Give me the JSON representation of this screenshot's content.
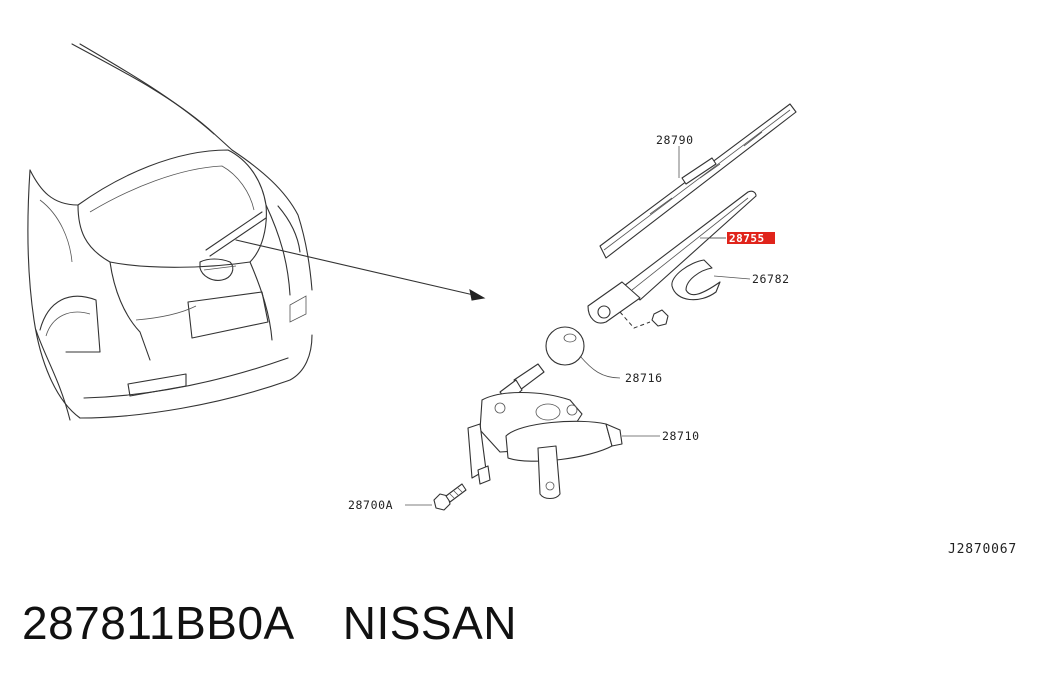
{
  "figure": {
    "reference_code": "J2870067",
    "callouts": [
      {
        "id": "blade",
        "label": "28790"
      },
      {
        "id": "arm",
        "label": "28755",
        "highlighted": true
      },
      {
        "id": "cap",
        "label": "26782"
      },
      {
        "id": "seal",
        "label": "28716"
      },
      {
        "id": "motor",
        "label": "28710"
      },
      {
        "id": "bolt",
        "label": "28700A"
      }
    ]
  },
  "caption": {
    "part_number": "287811BB0A",
    "brand": "NISSAN"
  },
  "colors": {
    "line": "#333333",
    "highlight": "#e0241b",
    "text": "#111111"
  }
}
